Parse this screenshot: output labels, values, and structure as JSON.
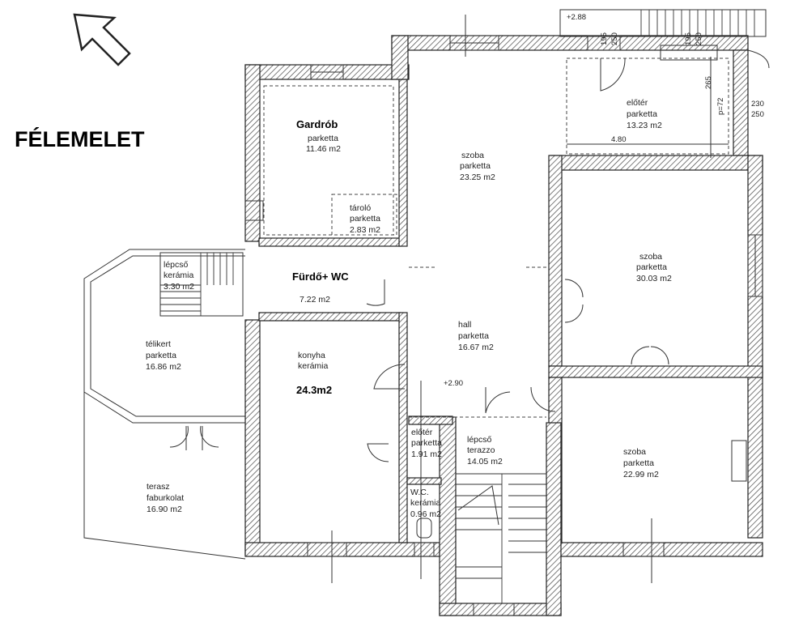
{
  "plan": {
    "title": "FÉLEMELET",
    "rooms": [
      {
        "id": "gardrob",
        "name": "Gardrób",
        "name_bold": true,
        "floor": "parketta",
        "area": "11.46 m2"
      },
      {
        "id": "tarolo",
        "name": "tároló",
        "floor": "parketta",
        "area": "2.83 m2"
      },
      {
        "id": "szoba1",
        "name": "szoba",
        "floor": "parketta",
        "area": "23.25 m2"
      },
      {
        "id": "eloter1",
        "name": "előtér",
        "floor": "parketta",
        "area": "13.23 m2"
      },
      {
        "id": "szoba2",
        "name": "szoba",
        "floor": "parketta",
        "area": "30.03 m2"
      },
      {
        "id": "lepcso1",
        "name": "lépcső",
        "floor": "kerámia",
        "area": "3.30 m2"
      },
      {
        "id": "furdo",
        "name": "Fürdő+ WC",
        "name_bold": true,
        "floor": "",
        "area": "7.22 m2"
      },
      {
        "id": "telikert",
        "name": "télikert",
        "floor": "parketta",
        "area": "16.86 m2"
      },
      {
        "id": "konyha",
        "name": "konyha",
        "floor": "kerámia",
        "area": "24.3m2",
        "area_bold": true
      },
      {
        "id": "hall",
        "name": "hall",
        "floor": "parketta",
        "area": "16.67 m2"
      },
      {
        "id": "eloter2",
        "name": "előtér",
        "floor": "parketta",
        "area": "1.91 m2"
      },
      {
        "id": "lepcso2",
        "name": "lépcső",
        "floor": "terazzo",
        "area": "14.05 m2"
      },
      {
        "id": "szoba3",
        "name": "szoba",
        "floor": "parketta",
        "area": "22.99 m2"
      },
      {
        "id": "terasz",
        "name": "terasz",
        "floor": "faburkolat",
        "area": "16.90 m2"
      },
      {
        "id": "wc",
        "name": "W.C.",
        "floor": "kerámia",
        "area": "0.96 m2"
      }
    ],
    "dimensions": {
      "level_top": "+2.88",
      "level_hall": "+2.90",
      "d195a": "195",
      "d250a": "250",
      "d195b": "195",
      "d250b": "250",
      "d265": "265",
      "d72": "p=72",
      "d230": "230",
      "d250c": "250",
      "d480": "4.80"
    },
    "colors": {
      "wall": "#222222",
      "paper": "#ffffff"
    }
  }
}
